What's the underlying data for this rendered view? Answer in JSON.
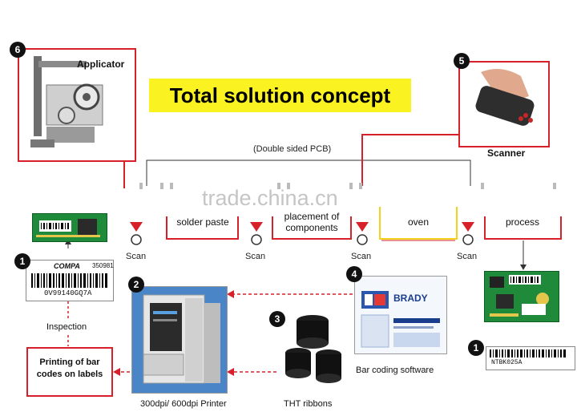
{
  "title": "Total solution concept",
  "watermark": "trade.china.cn",
  "pcb_note": "(Double sided PCB)",
  "steps": {
    "solder_paste": "solder paste",
    "placement": "placement of components",
    "oven": "oven",
    "process": "process"
  },
  "scan_label": "Scan",
  "applicator": {
    "number": "6",
    "label": "Applicator"
  },
  "scanner": {
    "number": "5",
    "label": "Scanner"
  },
  "label_top": {
    "number": "1",
    "brand": "COMPA",
    "code": "350981",
    "barcode_text": "0V99140GQ7A"
  },
  "inspection": "Inspection",
  "printing": "Printing of bar codes on labels",
  "printer": {
    "number": "2",
    "label": "300dpi/ 600dpi Printer"
  },
  "ribbons": {
    "number": "3",
    "label": "THT ribbons"
  },
  "software": {
    "number": "4",
    "brand": "BRADY",
    "label": "Bar coding software"
  },
  "label_bottom": {
    "number": "1",
    "barcode_text": "NTBK025A"
  },
  "colors": {
    "accent_red": "#d7202a",
    "title_yellow": "#fbf221",
    "pcb_green": "#1f8a3a"
  }
}
